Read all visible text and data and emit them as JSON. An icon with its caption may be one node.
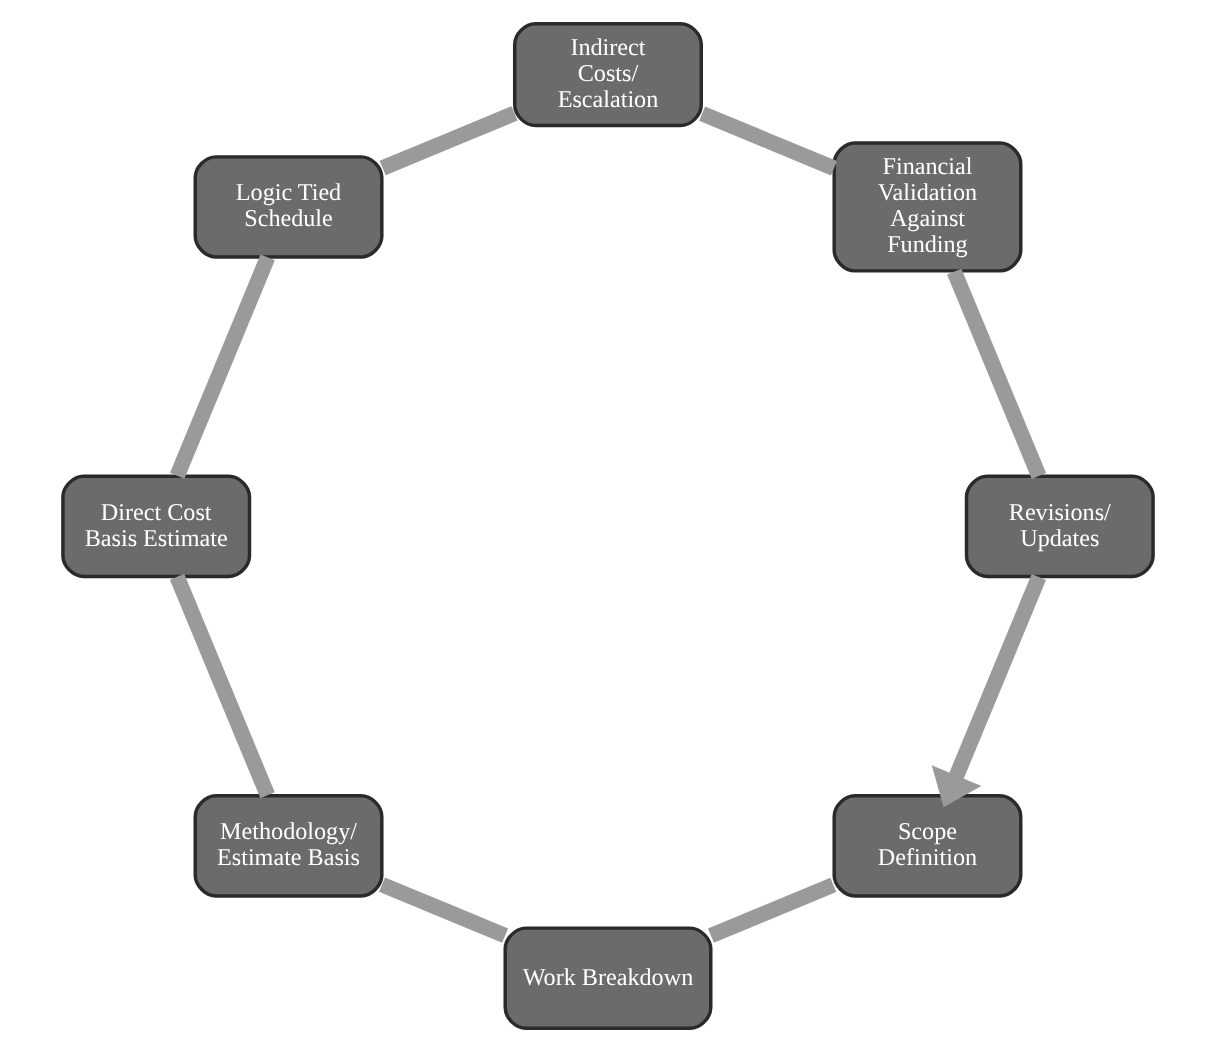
{
  "diagram": {
    "nodes": [
      {
        "text": [
          "Scope Definition"
        ]
      },
      {
        "text": [
          "Work Breakdown"
        ]
      },
      {
        "text": [
          "Methodology/ Estimate Basis"
        ]
      },
      {
        "text": [
          "Direct Cost Basis Estimate"
        ]
      },
      {
        "text": [
          "Logic Tied Schedule"
        ]
      },
      {
        "text": [
          "Indirect Costs/ Escalation"
        ]
      },
      {
        "text": [
          "Financial Validation Against Funding"
        ]
      },
      {
        "text": [
          "Revisions/ Updates"
        ]
      }
    ],
    "edges": [
      {
        "from": 0,
        "to": 1,
        "arrow": "none"
      },
      {
        "from": 1,
        "to": 2,
        "arrow": "none"
      },
      {
        "from": 2,
        "to": 3,
        "arrow": "none"
      },
      {
        "from": 3,
        "to": 4,
        "arrow": "none"
      },
      {
        "from": 4,
        "to": 5,
        "arrow": "none"
      },
      {
        "from": 5,
        "to": 6,
        "arrow": "none"
      },
      {
        "from": 6,
        "to": 7,
        "arrow": "none"
      },
      {
        "from": 7,
        "to": 0,
        "arrow": "to"
      }
    ]
  }
}
